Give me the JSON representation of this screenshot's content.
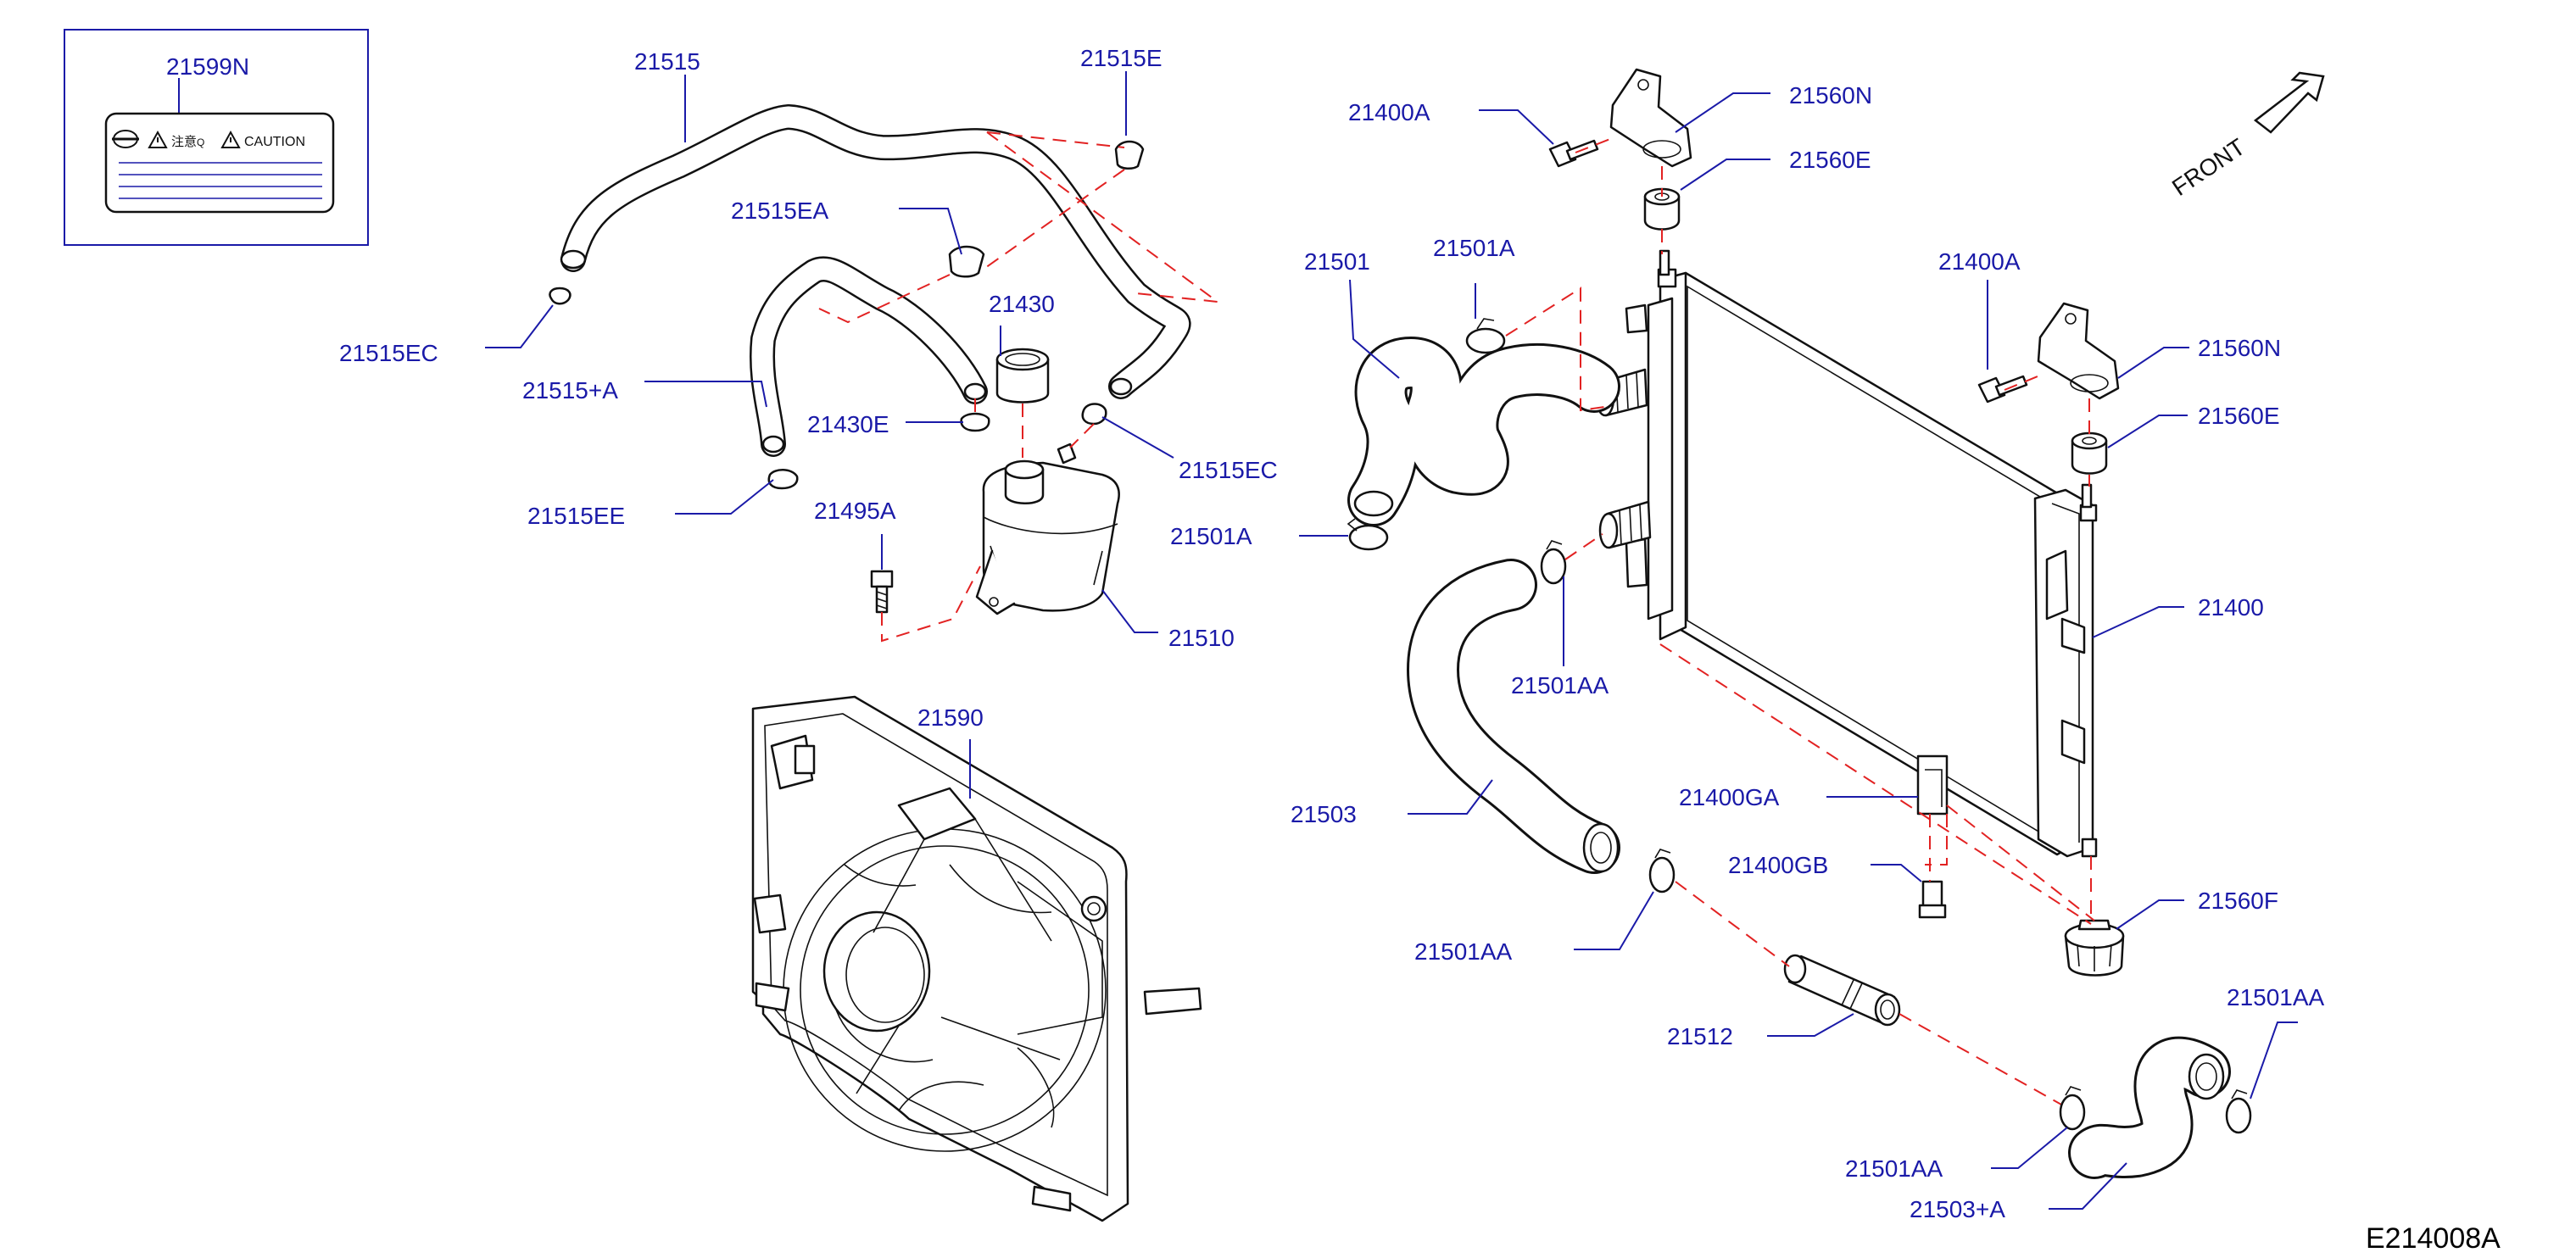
{
  "labels": {
    "p21599N": "21599N",
    "p21515": "21515",
    "p21515E": "21515E",
    "p21515EA": "21515EA",
    "p21515EC_left": "21515EC",
    "p21515A": "21515+A",
    "p21430": "21430",
    "p21430E": "21430E",
    "p21515EC_right": "21515EC",
    "p21515EE": "21515EE",
    "p21495A": "21495A",
    "p21510": "21510",
    "p21590": "21590",
    "p21400A_top": "21400A",
    "p21560N_top": "21560N",
    "p21560E_top": "21560E",
    "p21501": "21501",
    "p21501A_top": "21501A",
    "p21501A_bottom": "21501A",
    "p21400A_right": "21400A",
    "p21560N_right": "21560N",
    "p21560E_right": "21560E",
    "p21400": "21400",
    "p21501AA_mid": "21501AA",
    "p21503": "21503",
    "p21400GA": "21400GA",
    "p21400GB": "21400GB",
    "p21501AA_low": "21501AA",
    "p21560F": "21560F",
    "p21512": "21512",
    "p21501AA_right": "21501AA",
    "p21501AA_bottom": "21501AA",
    "p21503A": "21503+A"
  },
  "caution_label": {
    "japanese": "注意",
    "caution": "CAUTION"
  },
  "front_marker": "FRONT",
  "diagram_code": "E214008A",
  "colors": {
    "label_text": "#1a1aa8",
    "leader_line": "#1a1aa8",
    "dashed_line": "#e22222",
    "part_outline": "#111111",
    "code_text": "#000000"
  }
}
